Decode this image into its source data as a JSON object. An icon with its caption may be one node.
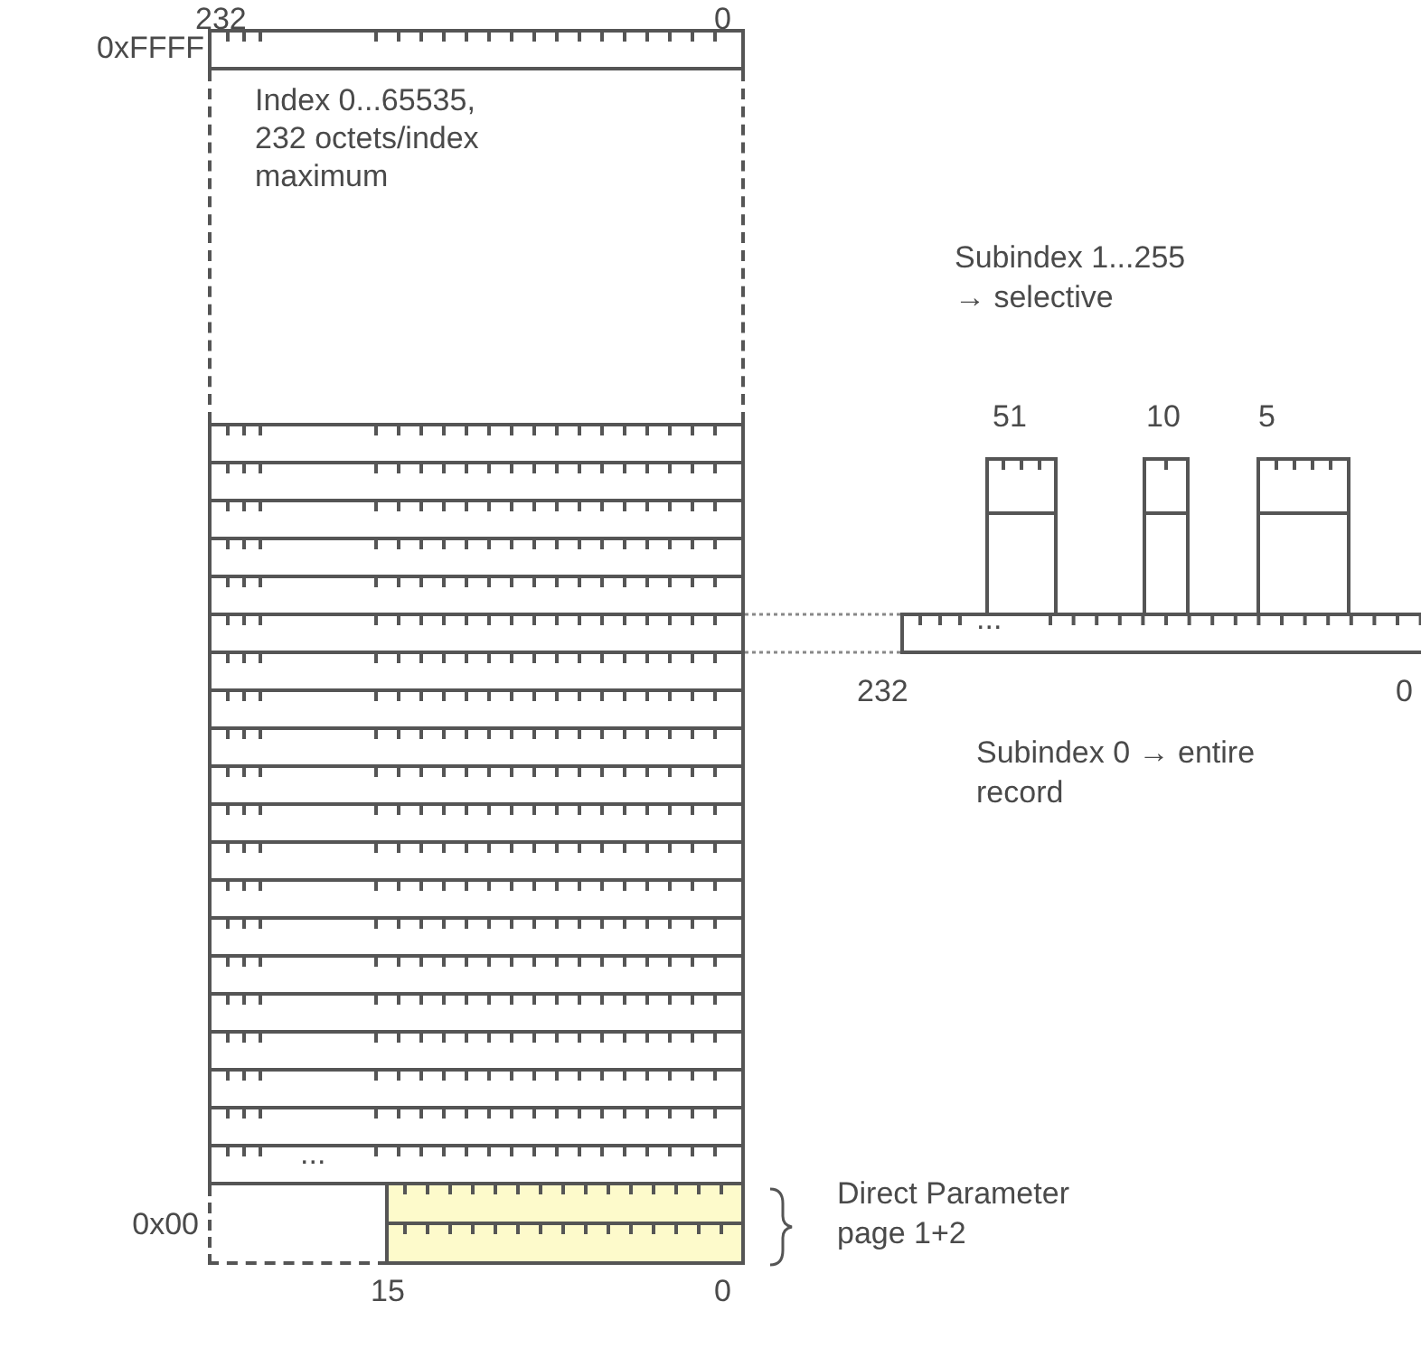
{
  "diagram": {
    "nodes": [
      {
        "text": [],
        "shape": "bar"
      },
      {
        "text": [
          "Index 0...65535, 232 octets/index maximum"
        ]
      },
      {
        "text": [],
        "shape": "bar"
      },
      {
        "text": [],
        "shape": "bar"
      },
      {
        "text": [],
        "shape": "bar"
      },
      {
        "text": [],
        "shape": "bar"
      },
      {
        "text": [],
        "shape": "bar"
      },
      {
        "text": [],
        "shape": "bar"
      },
      {
        "text": [],
        "shape": "bar"
      },
      {
        "text": [],
        "shape": "bar"
      },
      {
        "text": [],
        "shape": "bar"
      },
      {
        "text": [],
        "shape": "bar"
      },
      {
        "text": [],
        "shape": "bar"
      },
      {
        "text": [],
        "shape": "bar"
      },
      {
        "text": [],
        "shape": "bar"
      },
      {
        "text": [],
        "shape": "bar"
      },
      {
        "text": [],
        "shape": "bar"
      },
      {
        "text": [],
        "shape": "bar"
      },
      {
        "text": [],
        "shape": "bar"
      },
      {
        "text": [],
        "shape": "bar"
      },
      {
        "text": [],
        "shape": "bar"
      },
      {
        "text": [],
        "shape": "bar"
      },
      {
        "text": [],
        "shape": "box"
      },
      {
        "text": [],
        "shape": "bar"
      },
      {
        "text": [],
        "shape": "bar"
      },
      {
        "text": [],
        "shape": "bar"
      },
      {
        "text": [],
        "shape": "box"
      },
      {
        "text": [],
        "shape": "box"
      },
      {
        "text": [],
        "shape": "box"
      }
    ],
    "edges": [
      {
        "from": 7,
        "to": 25,
        "arrow": "none",
        "style": "dashed"
      }
    ],
    "labels": [
      "232",
      "0",
      "0xFFFF",
      "Subindex 1...255 → selective",
      "51",
      "10",
      "5",
      "...",
      "232",
      "0",
      "Subindex 0 → entire record",
      "...",
      "Direct Parameter page 1+2",
      "0x00",
      "15",
      "0"
    ]
  }
}
